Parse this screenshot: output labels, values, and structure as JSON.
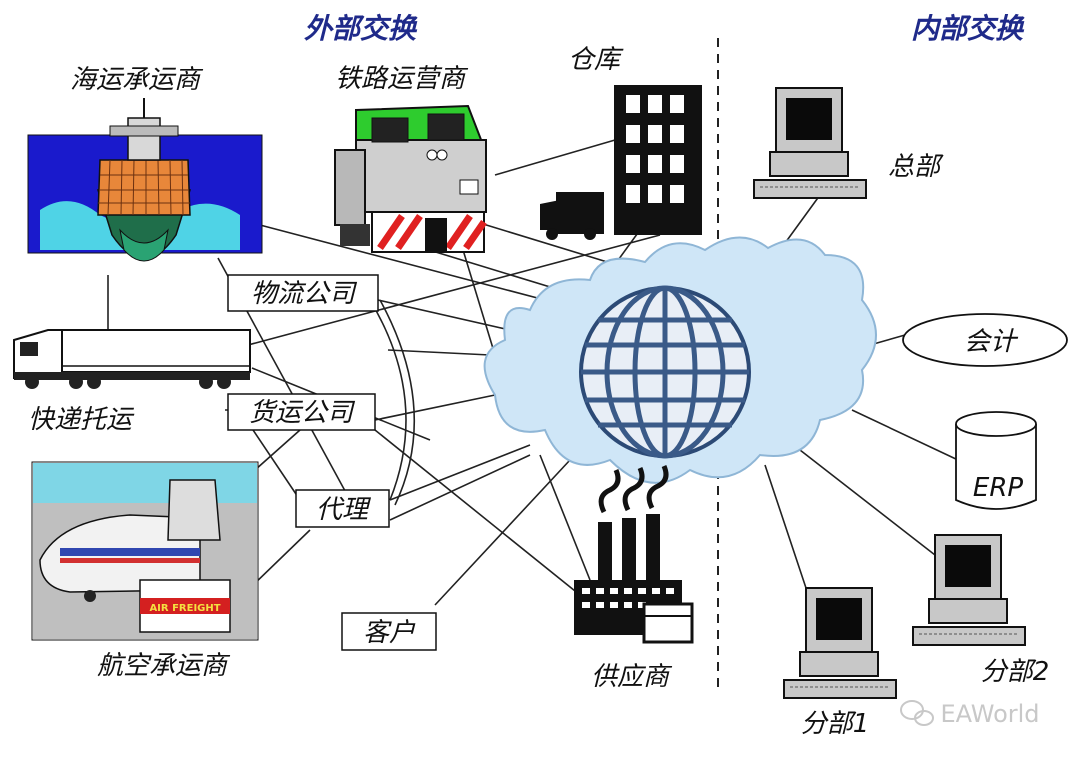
{
  "headers": {
    "external": "外部交换",
    "internal": "内部交换"
  },
  "nodes": {
    "ship": "海运承运商",
    "rail": "铁路运营商",
    "warehouse": "仓库",
    "hq": "总部",
    "courier": "快递托运",
    "air": "航空承运商",
    "supplier": "供应商",
    "accounting": "会计",
    "erp": "ERP",
    "branch1": "分部1",
    "branch2": "分部2"
  },
  "boxes": {
    "logistics": "物流公司",
    "freight": "货运公司",
    "agent": "代理",
    "customer": "客户"
  },
  "picture_text": {
    "air_freight": "AIR FREIGHT"
  },
  "watermark": "EAWorld",
  "colors": {
    "header": "#1f2a8a",
    "cloud": "#cfe6f7",
    "cloud_stroke": "#8fb6d6",
    "globe": "#3a5a88"
  }
}
